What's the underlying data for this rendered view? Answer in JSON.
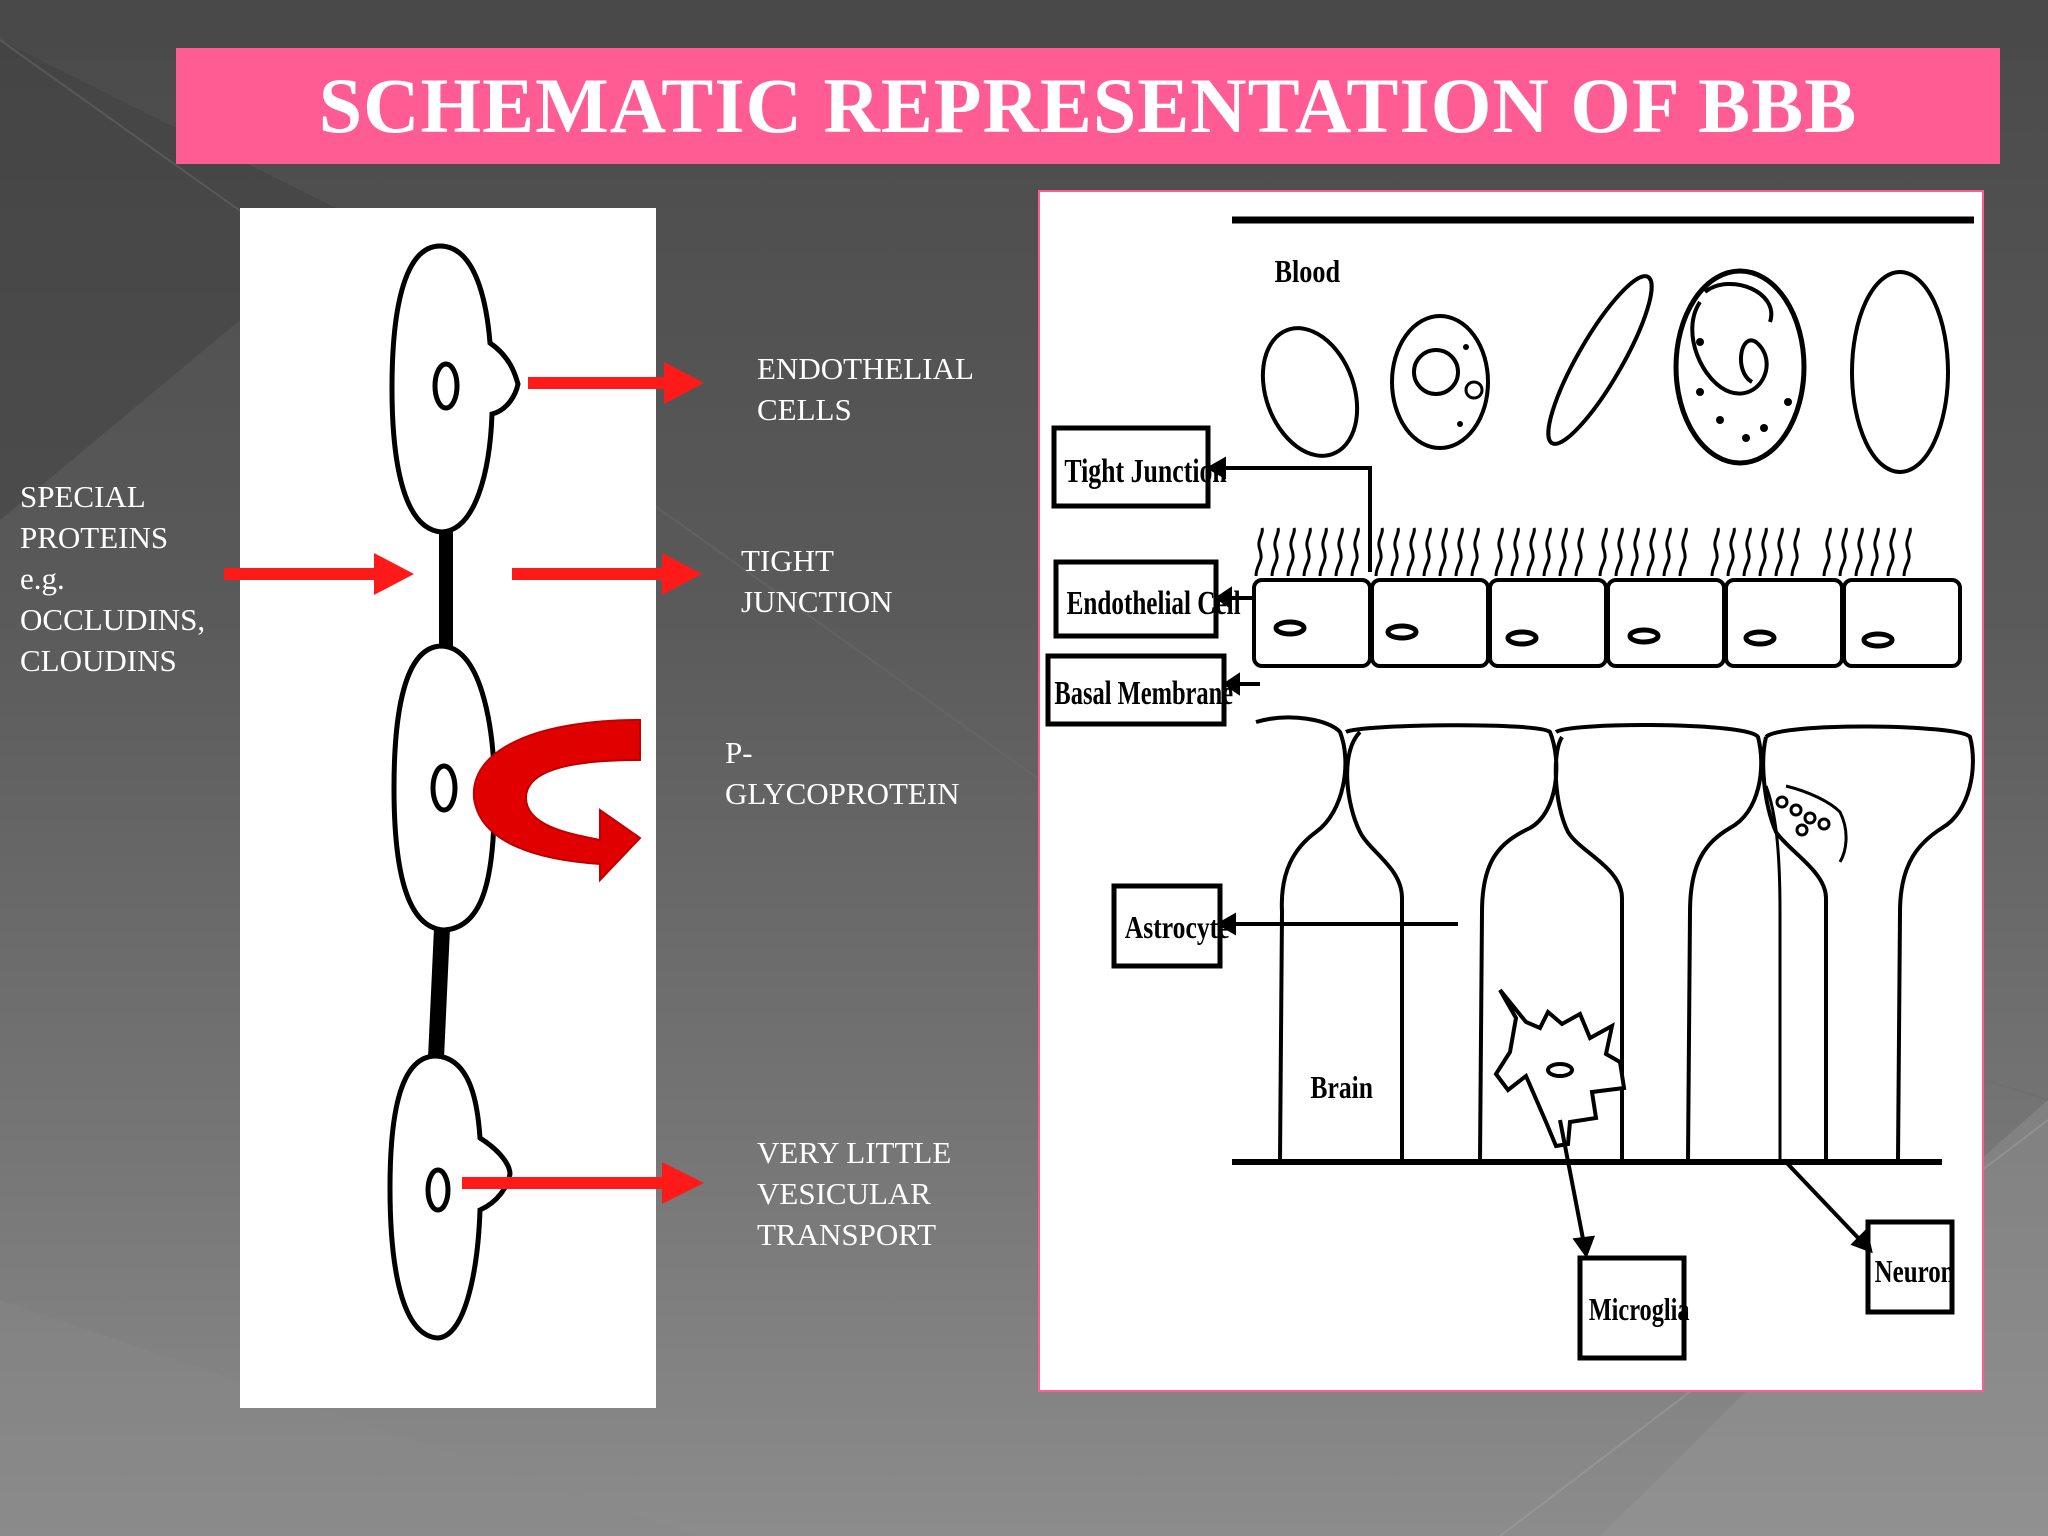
{
  "title": "SCHEMATIC REPRESENTATION OF BBB",
  "colors": {
    "title_bar": "#ff5c93",
    "arrow": "#ff1a1a",
    "pgp_arrow": "#e00000",
    "frame_border": "#ff5c93"
  },
  "left_diagram": {
    "labels": {
      "endothelial_cells": [
        "ENDOTHELIAL",
        "CELLS"
      ],
      "tight_junction": [
        "TIGHT",
        "JUNCTION"
      ],
      "p_glycoprotein": [
        "P-",
        "GLYCOPROTEIN"
      ],
      "vesicular_transport": [
        "VERY LITTLE",
        "VESICULAR",
        "TRANSPORT"
      ],
      "special_proteins": [
        "SPECIAL",
        "PROTEINS",
        "e.g.",
        "OCCLUDINS,",
        "CLOUDINS"
      ]
    }
  },
  "right_diagram": {
    "labels": {
      "blood": "Blood",
      "tight_junction": "Tight Junction",
      "endothelial_cell": "Endothelial Cell",
      "basal_membrane": "Basal Membrane",
      "astrocyte": "Astrocyte",
      "brain": "Brain",
      "microglia": "Microglia",
      "neuron": "Neuron"
    }
  }
}
